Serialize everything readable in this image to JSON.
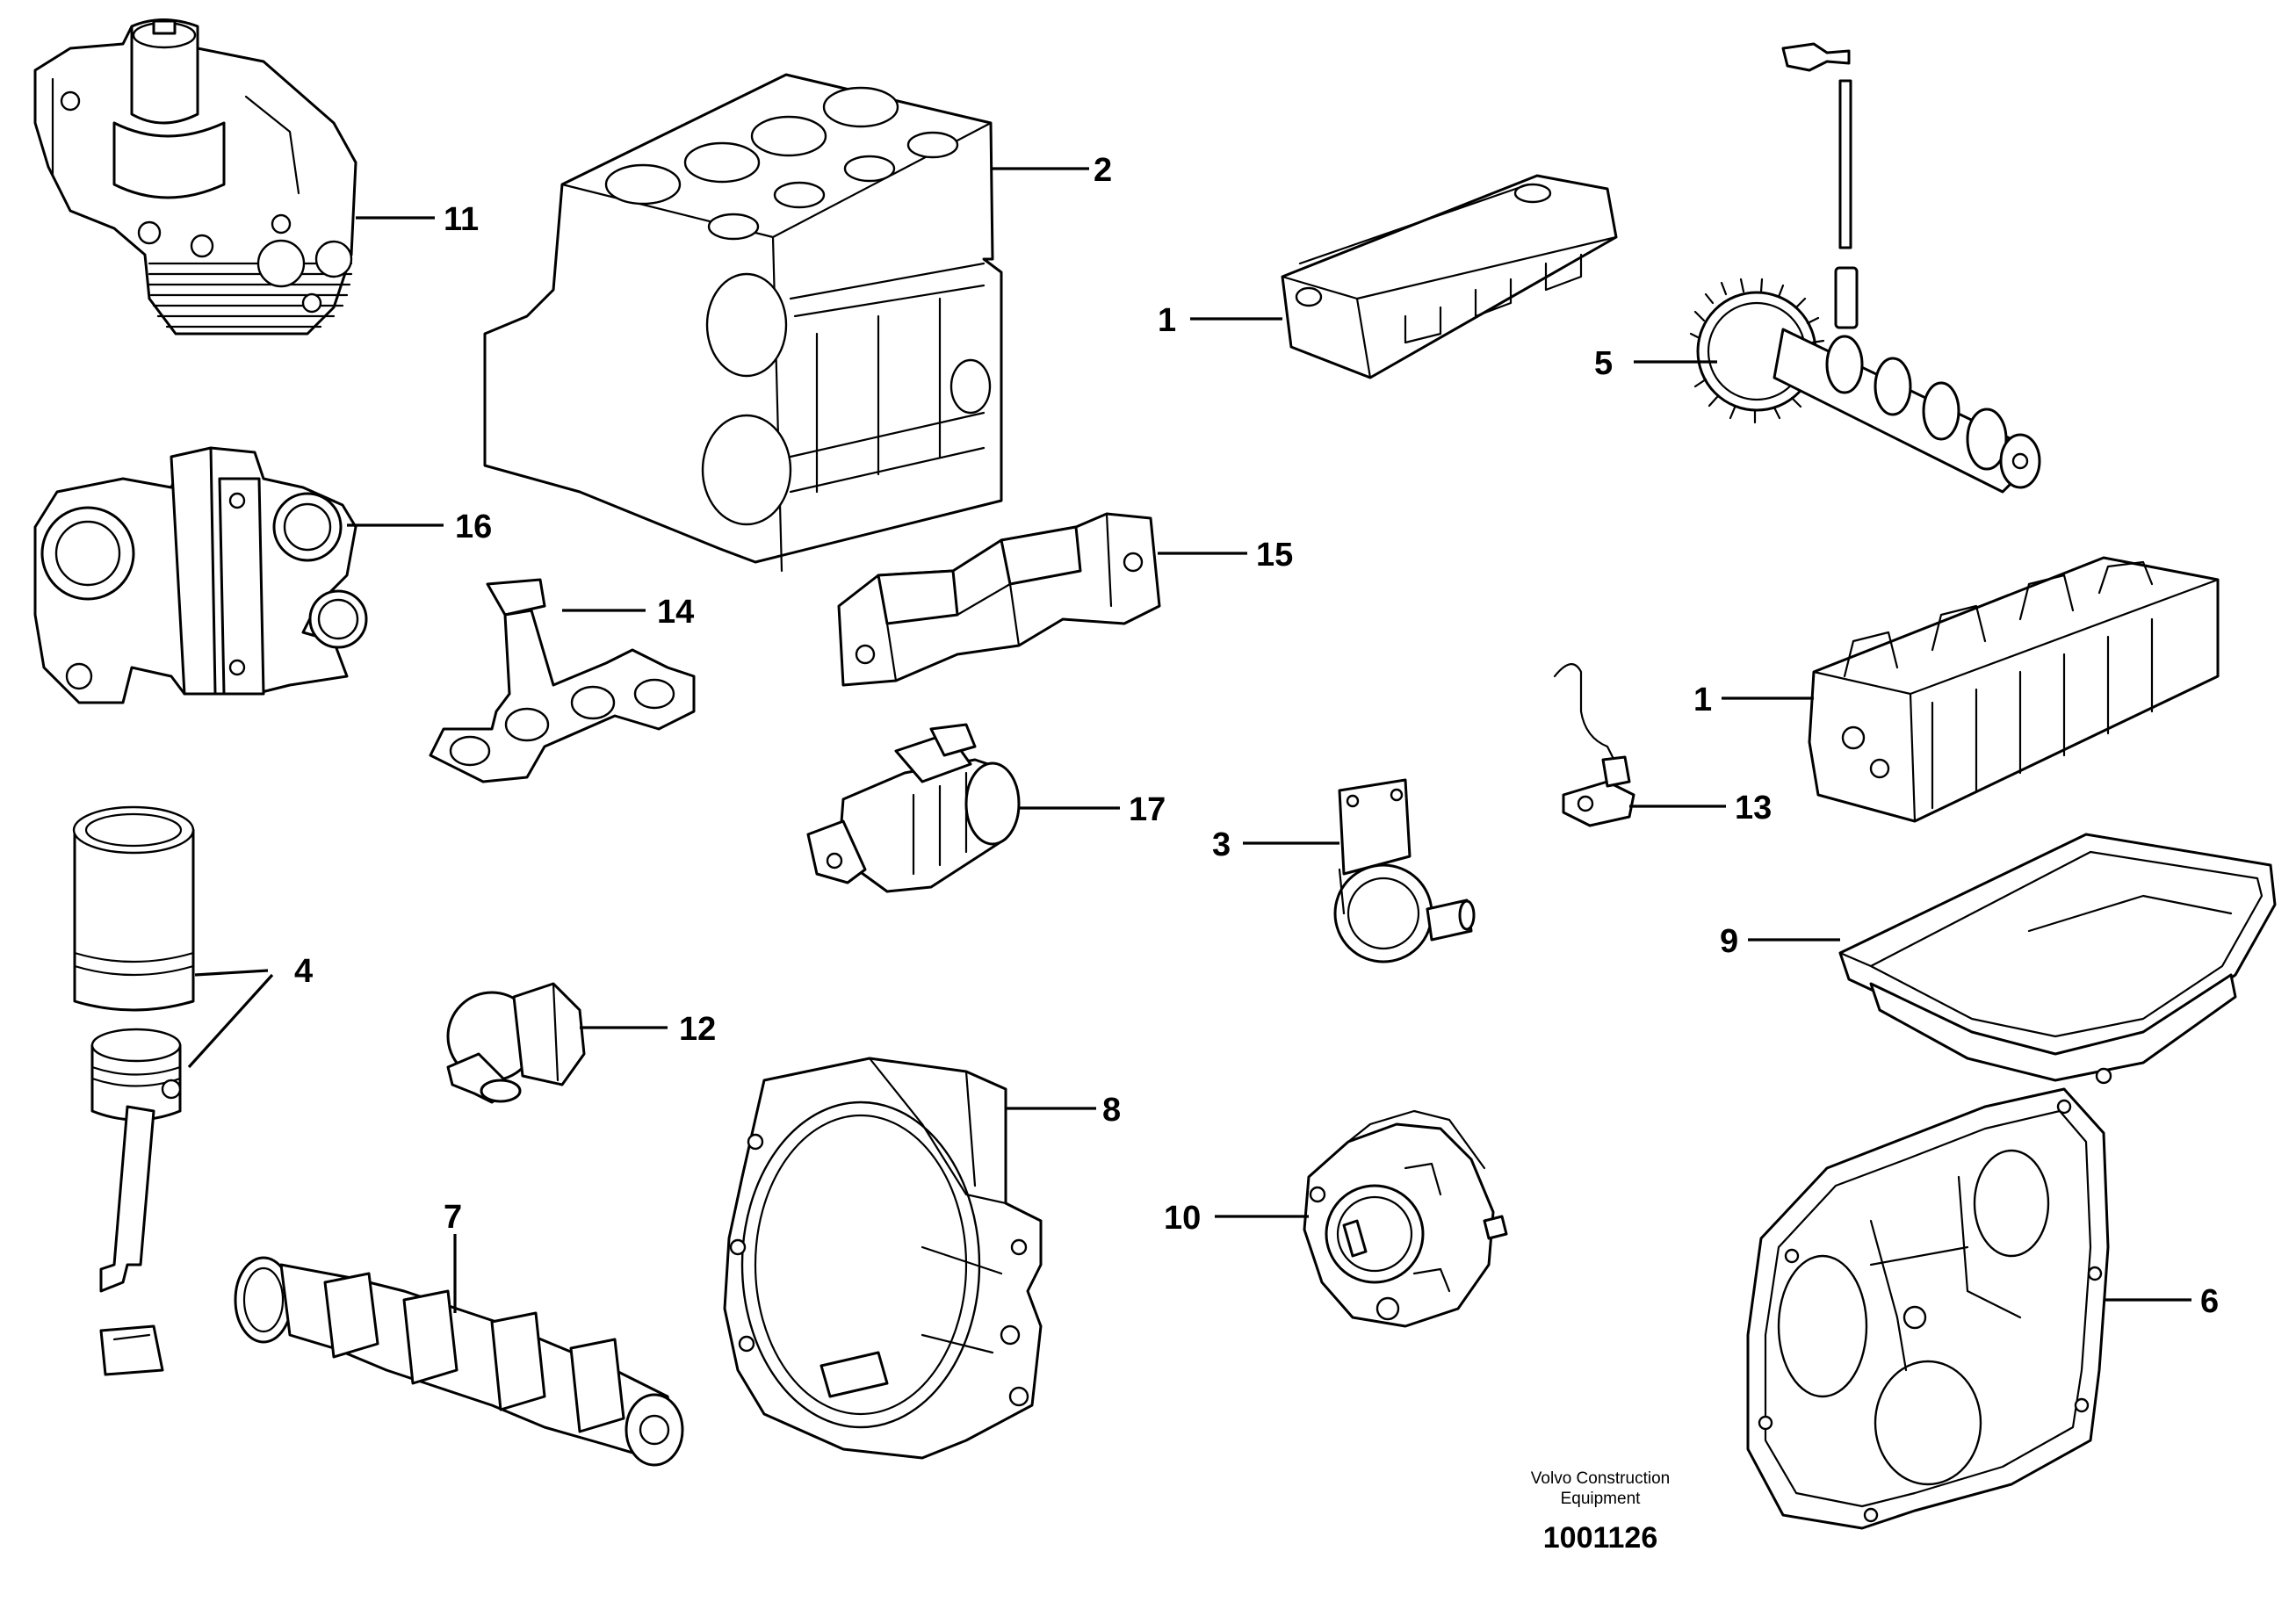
{
  "callouts": {
    "c11": "11",
    "c2": "2",
    "c1_cover": "1",
    "c5": "5",
    "c16": "16",
    "c14": "14",
    "c15": "15",
    "c1_head": "1",
    "c17": "17",
    "c3": "3",
    "c13": "13",
    "c4": "4",
    "c12": "12",
    "c9": "9",
    "c8": "8",
    "c10": "10",
    "c7": "7",
    "c6": "6"
  },
  "footer": {
    "company_line1": "Volvo Construction",
    "company_line2": "Equipment",
    "drawing_number": "1001126"
  }
}
